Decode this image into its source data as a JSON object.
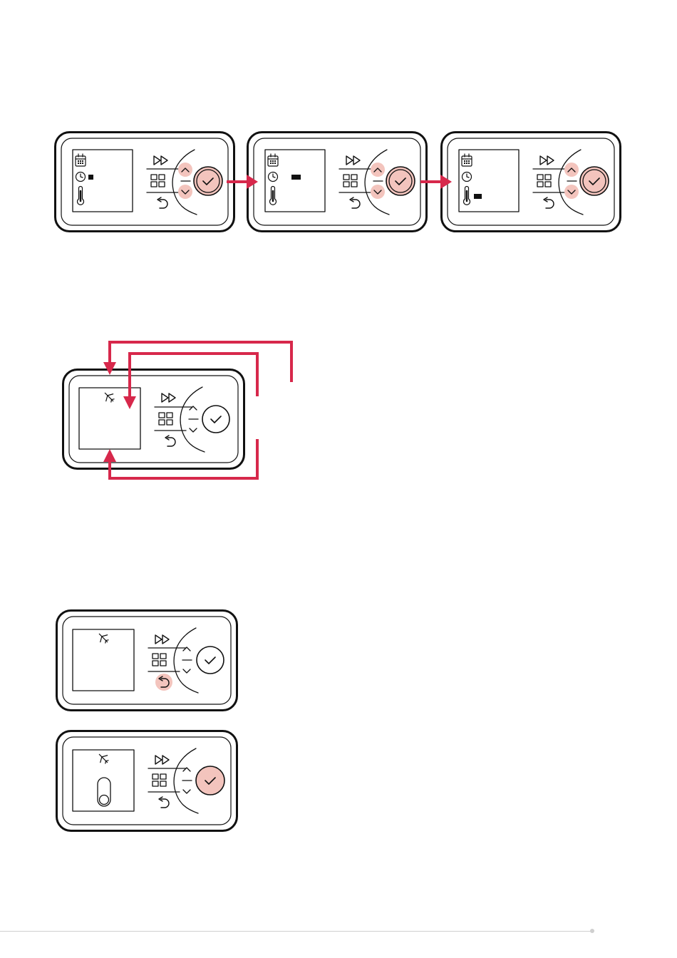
{
  "colors": {
    "ink": "#111111",
    "highlight": "#f3c4bd",
    "arrow": "#d7284b"
  },
  "icons": {
    "calendar": "calendar-icon",
    "clock": "clock-icon",
    "thermometer": "thermometer-icon",
    "fast_forward": "fast-forward-icon",
    "menu": "menu-grid-icon",
    "back": "back-arrow-icon",
    "up": "chevron-up-icon",
    "down": "chevron-down-icon",
    "confirm": "check-icon",
    "holiday": "airplane-icon",
    "toggle": "toggle-switch-icon"
  },
  "panels": [
    {
      "id": "step-1",
      "screen": "clock-selected",
      "highlighted": [
        "up",
        "down",
        "confirm"
      ]
    },
    {
      "id": "step-2",
      "screen": "clock-selected",
      "highlighted": [
        "up",
        "down",
        "confirm"
      ]
    },
    {
      "id": "step-3",
      "screen": "thermometer-selected",
      "highlighted": [
        "up",
        "down",
        "confirm"
      ]
    },
    {
      "id": "holiday-navigation",
      "screen": "airplane",
      "highlighted": []
    },
    {
      "id": "holiday-back",
      "screen": "airplane",
      "highlighted": [
        "back"
      ]
    },
    {
      "id": "holiday-confirm",
      "screen": "airplane-toggle",
      "highlighted": [
        "confirm"
      ]
    }
  ]
}
